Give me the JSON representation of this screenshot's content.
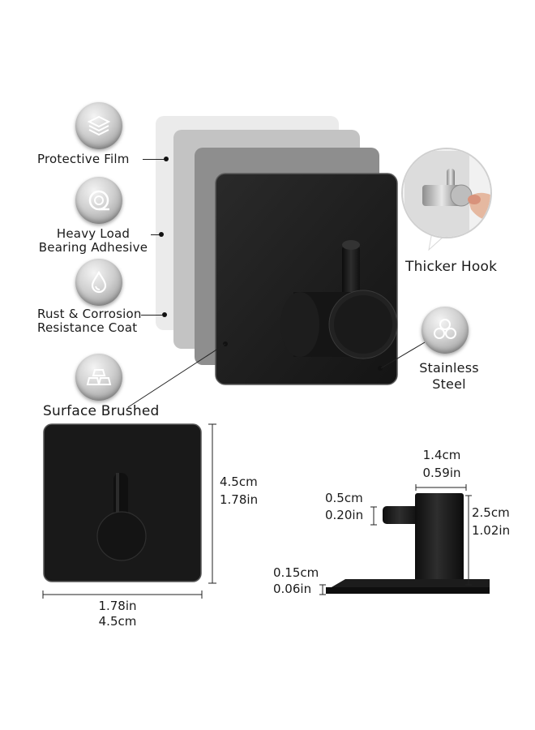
{
  "features": {
    "protective_film": "Protective Film",
    "heavy_load_line1": "Heavy Load",
    "heavy_load_line2": "Bearing Adhesive",
    "rust_line1": "Rust & Corrosion",
    "rust_line2": "Resistance Coat",
    "surface_brushed": "Surface Brushed",
    "thicker_hook": "Thicker Hook",
    "stainless_line1": "Stainless",
    "stainless_line2": "Steel"
  },
  "front_dimensions": {
    "height_cm": "4.5cm",
    "height_in": "1.78in",
    "width_in": "1.78in",
    "width_cm": "4.5cm"
  },
  "side_dimensions": {
    "hook_width_cm": "1.4cm",
    "hook_width_in": "0.59in",
    "arm_cm": "0.5cm",
    "arm_in": "0.20in",
    "height_cm": "2.5cm",
    "height_in": "1.02in",
    "base_cm": "0.15cm",
    "base_in": "0.06in"
  },
  "colors": {
    "product_black": "#1b1b1b",
    "layer_light": "#e6e6e6",
    "layer_mid": "#b5b5b5",
    "layer_dark": "#8f8f8f"
  }
}
